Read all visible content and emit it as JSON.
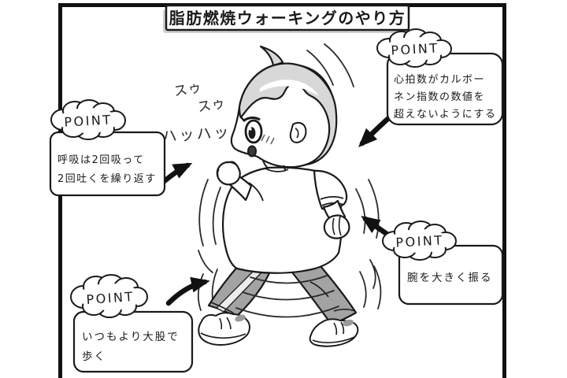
{
  "title": "脂肪燃焼ウォーキングのやり方",
  "sounds": {
    "inhale1": "スゥ",
    "inhale2": "スゥ",
    "exhale": "ハッハッ"
  },
  "callouts": {
    "breathing": {
      "badge": "POINT",
      "lines": [
        "呼吸は2回吸って",
        "2回吐くを繰り返す"
      ]
    },
    "heart_rate": {
      "badge": "POINT",
      "lines": [
        "心拍数がカルボー",
        "ネン指数の数値を",
        "超えないようにする"
      ]
    },
    "arm_swing": {
      "badge": "POINT",
      "lines": [
        "腕を大きく振る"
      ]
    },
    "stride": {
      "badge": "POINT",
      "lines": [
        "いつもより大股で",
        "歩く"
      ]
    }
  },
  "colors": {
    "ink": "#1a1a1a",
    "paper": "#ffffff",
    "hair": "#d8d8d8",
    "pants": "#a3a3a3",
    "shoe_accent": "#9a9a9a",
    "title_shadow": "#cfcfcf"
  }
}
